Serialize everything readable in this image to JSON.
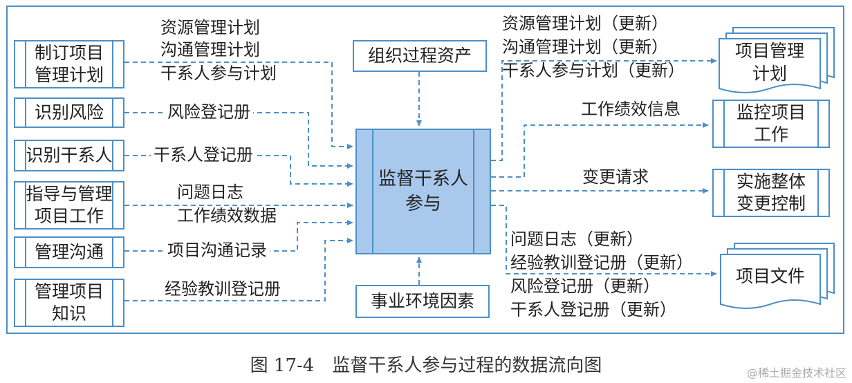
{
  "inputs": [
    {
      "label": "制订项目\n管理计划"
    },
    {
      "label": "识别风险"
    },
    {
      "label": "识别干系人"
    },
    {
      "label": "指导与管理\n项目工作"
    },
    {
      "label": "管理沟通"
    },
    {
      "label": "管理项目\n知识"
    }
  ],
  "input_flows": [
    {
      "lines": [
        "资源管理计划",
        "沟通管理计划",
        "干系人参与计划"
      ]
    },
    {
      "lines": [
        "风险登记册"
      ]
    },
    {
      "lines": [
        "干系人登记册"
      ]
    },
    {
      "lines": [
        "问题日志",
        "工作绩效数据"
      ]
    },
    {
      "lines": [
        "项目沟通记录"
      ]
    },
    {
      "lines": [
        "经验教训登记册"
      ]
    }
  ],
  "top_input": "组织过程资产",
  "bottom_input": "事业环境因素",
  "process": "监督干系人\n参与",
  "outputs": [
    {
      "label": "项目管理\n计划"
    },
    {
      "label": "监控项目\n工作"
    },
    {
      "label": "实施整体\n变更控制"
    },
    {
      "label": "项目文件"
    }
  ],
  "output_flows": [
    {
      "lines": [
        "资源管理计划（更新）",
        "沟通管理计划（更新）",
        "干系人参与计划（更新）"
      ]
    },
    {
      "lines": [
        "工作绩效信息"
      ]
    },
    {
      "lines": [
        "变更请求"
      ]
    },
    {
      "lines": [
        "问题日志（更新）",
        "经验教训登记册（更新）",
        "风险登记册（更新）",
        "干系人登记册（更新）"
      ]
    }
  ],
  "caption": "图 17-4　监督干系人参与过程的数据流向图",
  "watermark": "@稀土掘金技术社区",
  "colors": {
    "line": "#4b8fc8",
    "process_fill": "#a9c9ec"
  }
}
